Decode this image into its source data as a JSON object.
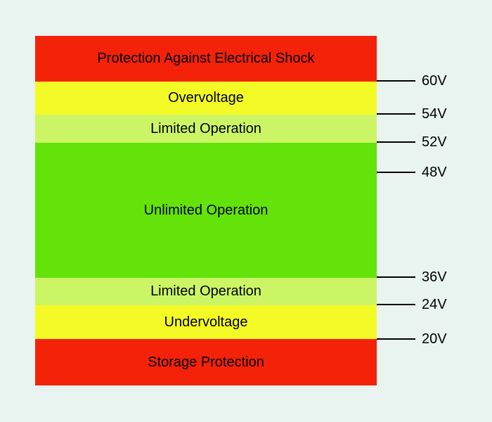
{
  "colors": {
    "background": "#e9f3f0",
    "red": "#f32209",
    "yellow": "#f3fa26",
    "light_green": "#ccf566",
    "green": "#63e30a",
    "text": "#000000",
    "tick_line": "#000000"
  },
  "chart_data": {
    "type": "stacked-band-diagram",
    "description": "Battery voltage operating ranges, highest voltage at top",
    "bands": [
      {
        "label": "Protection Against Electrical Shock",
        "color": "#f32209",
        "upper_boundary": null,
        "lower_boundary": "60V"
      },
      {
        "label": "Overvoltage",
        "color": "#f3fa26",
        "upper_boundary": "60V",
        "lower_boundary": "54V"
      },
      {
        "label": "Limited Operation",
        "color": "#ccf566",
        "upper_boundary": "54V",
        "lower_boundary": "52V"
      },
      {
        "label": "Unlimited Operation",
        "color": "#63e30a",
        "upper_boundary": "52V",
        "lower_boundary": "36V",
        "marked_inside": "48V"
      },
      {
        "label": "Limited Operation",
        "color": "#ccf566",
        "upper_boundary": "36V",
        "lower_boundary": "24V"
      },
      {
        "label": "Undervoltage",
        "color": "#f3fa26",
        "upper_boundary": "24V",
        "lower_boundary": "20V"
      },
      {
        "label": "Storage Protection",
        "color": "#f32209",
        "upper_boundary": "20V",
        "lower_boundary": null
      }
    ],
    "ticks": [
      {
        "label": "60V"
      },
      {
        "label": "54V"
      },
      {
        "label": "52V"
      },
      {
        "label": "48V"
      },
      {
        "label": "36V"
      },
      {
        "label": "24V"
      },
      {
        "label": "20V"
      }
    ]
  }
}
